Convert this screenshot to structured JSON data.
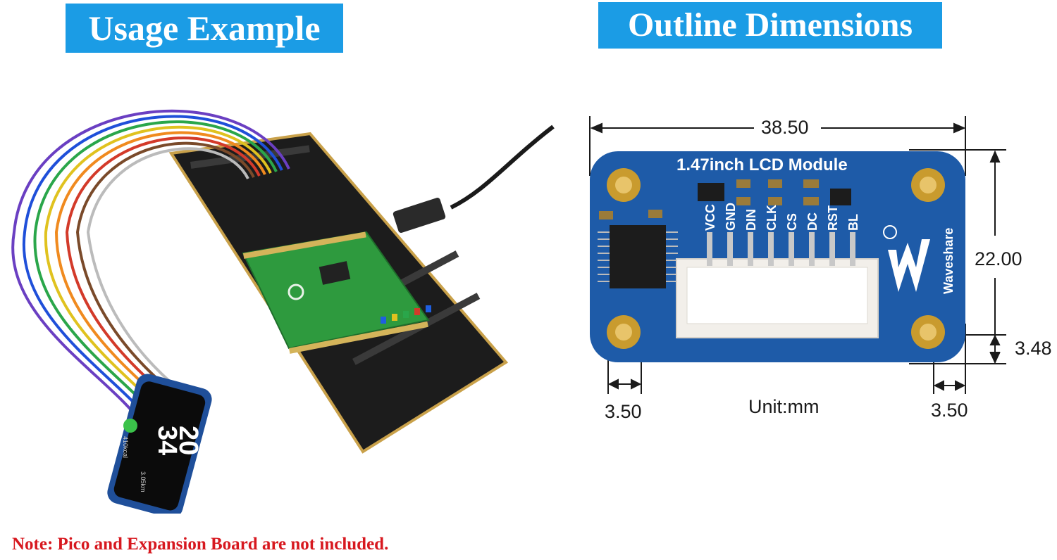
{
  "left_section": {
    "title": "Usage Example",
    "display": {
      "hour": "20",
      "minute": "34",
      "side_1": "410kcal",
      "side_2": "3.05km"
    }
  },
  "right_section": {
    "title": "Outline Dimensions",
    "module_label": "1.47inch LCD Module",
    "brand": "Waveshare",
    "pins": [
      "VCC",
      "GND",
      "DIN",
      "CLK",
      "CS",
      "DC",
      "RST",
      "BL"
    ],
    "dimensions": {
      "width": "38.50",
      "height": "22.00",
      "hole_offset_vertical": "3.48",
      "hole_offset_left": "3.50",
      "hole_offset_right": "3.50",
      "unit": "Unit:mm"
    }
  },
  "note": "Note: Pico and Expansion Board are not included.",
  "colors": {
    "banner": "#1b9ce5",
    "pcb": "#1e5ba8",
    "note": "#d7181f",
    "board": "#1c1c1c",
    "pico": "#2e9a3e"
  }
}
